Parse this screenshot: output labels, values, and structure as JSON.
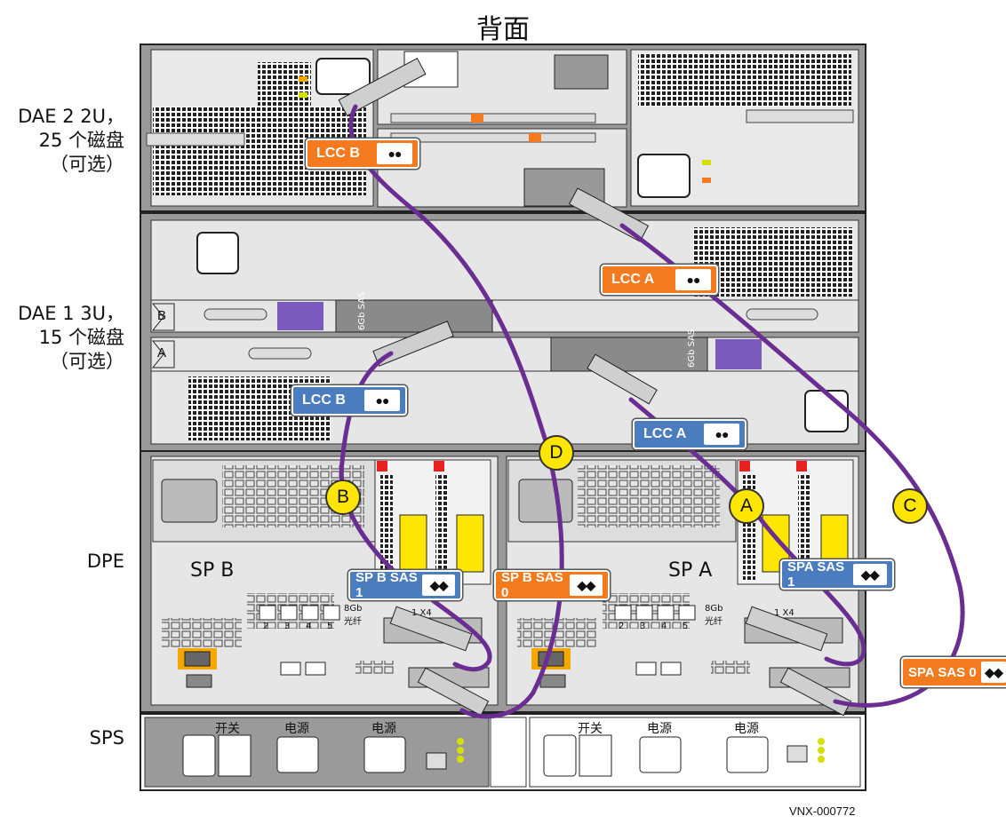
{
  "title": "背面",
  "side_labels": {
    "dae2": [
      "DAE 2 2U，",
      "25 个磁盘",
      "（可选）"
    ],
    "dae1": [
      "DAE 1 3U，",
      "15 个磁盘",
      "（可选）"
    ],
    "dpe": "DPE",
    "sps": "SPS"
  },
  "dae1_slots": {
    "b": "B",
    "a": "A"
  },
  "sp_labels": {
    "spb": "SP B",
    "spa": "SP A"
  },
  "sas_text": "6Gb SAS",
  "port_text": {
    "p1": "1",
    "p2": "2",
    "p3": "3",
    "p4": "4",
    "p5": "5",
    "x4": "X4",
    "x4b": "1 X4",
    "fc": "8Gb 光纤",
    "sas6": "6Gb SAS"
  },
  "sps_labels": {
    "switch": "开关",
    "power1": "电源",
    "power2": "电源"
  },
  "tags": {
    "lcc_b_dae2": {
      "label": "LCC B",
      "port": "●●"
    },
    "lcc_a_dae1": {
      "label": "LCC A",
      "port": "●●"
    },
    "lcc_b_dae1": {
      "label": "LCC B",
      "port": "●●"
    },
    "lcc_a_dae1_blue": {
      "label": "LCC A",
      "port": "●●"
    },
    "spb_sas1": {
      "label": "SP B SAS 1",
      "port": "◆◆"
    },
    "spb_sas0": {
      "label": "SP B SAS 0",
      "port": "◆◆"
    },
    "spa_sas1": {
      "label": "SPA SAS 1",
      "port": "◆◆"
    },
    "spa_sas0": {
      "label": "SPA SAS 0",
      "port": "◆◆"
    }
  },
  "markers": {
    "a": "A",
    "b": "B",
    "c": "C",
    "d": "D"
  },
  "reference": "VNX-000772",
  "colors": {
    "cable": "#6a2d91",
    "orange": "#f47a20",
    "blue": "#4b7cbd",
    "marker": "#ffe600",
    "chassis_dark": "#9a9a9a",
    "chassis_light": "#e8e8e8"
  }
}
